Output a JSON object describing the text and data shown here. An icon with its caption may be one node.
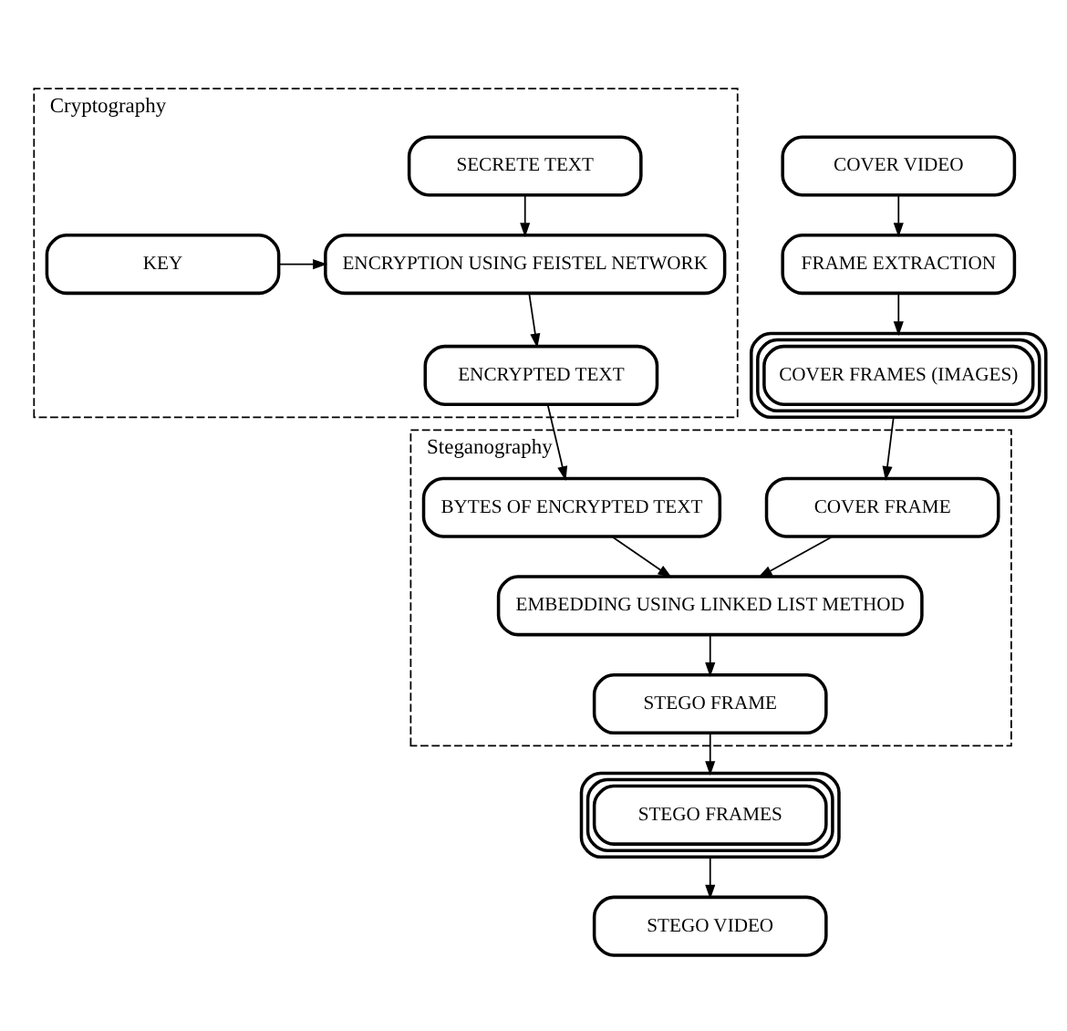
{
  "diagram": {
    "nodes": [
      {
        "text": [
          "Cryptography"
        ]
      },
      {
        "text": [
          "SECRETE TEXT"
        ],
        "in": 0
      },
      {
        "text": [
          "KEY"
        ],
        "in": 0
      },
      {
        "text": [
          "ENCRYPTION USING FEISTEL NETWORK"
        ],
        "in": 0
      },
      {
        "text": [
          "ENCRYPTED TEXT"
        ],
        "in": 0
      },
      {
        "text": [
          "COVER VIDEO"
        ]
      },
      {
        "text": [
          "FRAME EXTRACTION"
        ]
      },
      {
        "text": [
          "COVER FRAMES (IMAGES)"
        ]
      },
      {
        "text": [
          "Steganography"
        ]
      },
      {
        "text": [
          "BYTES OF ENCRYPTED TEXT"
        ],
        "in": 8
      },
      {
        "text": [
          "COVER FRAME"
        ],
        "in": 8
      },
      {
        "text": [
          "EMBEDDING USING LINKED LIST METHOD"
        ],
        "in": 8
      },
      {
        "text": [
          "STEGO FRAME"
        ],
        "in": 8
      },
      {
        "text": [
          "STEGO FRAMES"
        ]
      },
      {
        "text": [
          "STEGO VIDEO"
        ]
      }
    ],
    "edges": [
      {
        "from": 1,
        "to": 3,
        "arrow": "to"
      },
      {
        "from": 2,
        "to": 3,
        "arrow": "to"
      },
      {
        "from": 3,
        "to": 4,
        "arrow": "to"
      },
      {
        "from": 5,
        "to": 6,
        "arrow": "to"
      },
      {
        "from": 6,
        "to": 7,
        "arrow": "to"
      },
      {
        "from": 4,
        "to": 9,
        "arrow": "to"
      },
      {
        "from": 7,
        "to": 10,
        "arrow": "to"
      },
      {
        "from": 10,
        "to": 11,
        "arrow": "to"
      },
      {
        "from": 9,
        "to": 11,
        "arrow": "to"
      },
      {
        "from": 11,
        "to": 12,
        "arrow": "to"
      },
      {
        "from": 12,
        "to": 13,
        "arrow": "to"
      },
      {
        "from": 13,
        "to": 14,
        "arrow": "to"
      }
    ]
  }
}
